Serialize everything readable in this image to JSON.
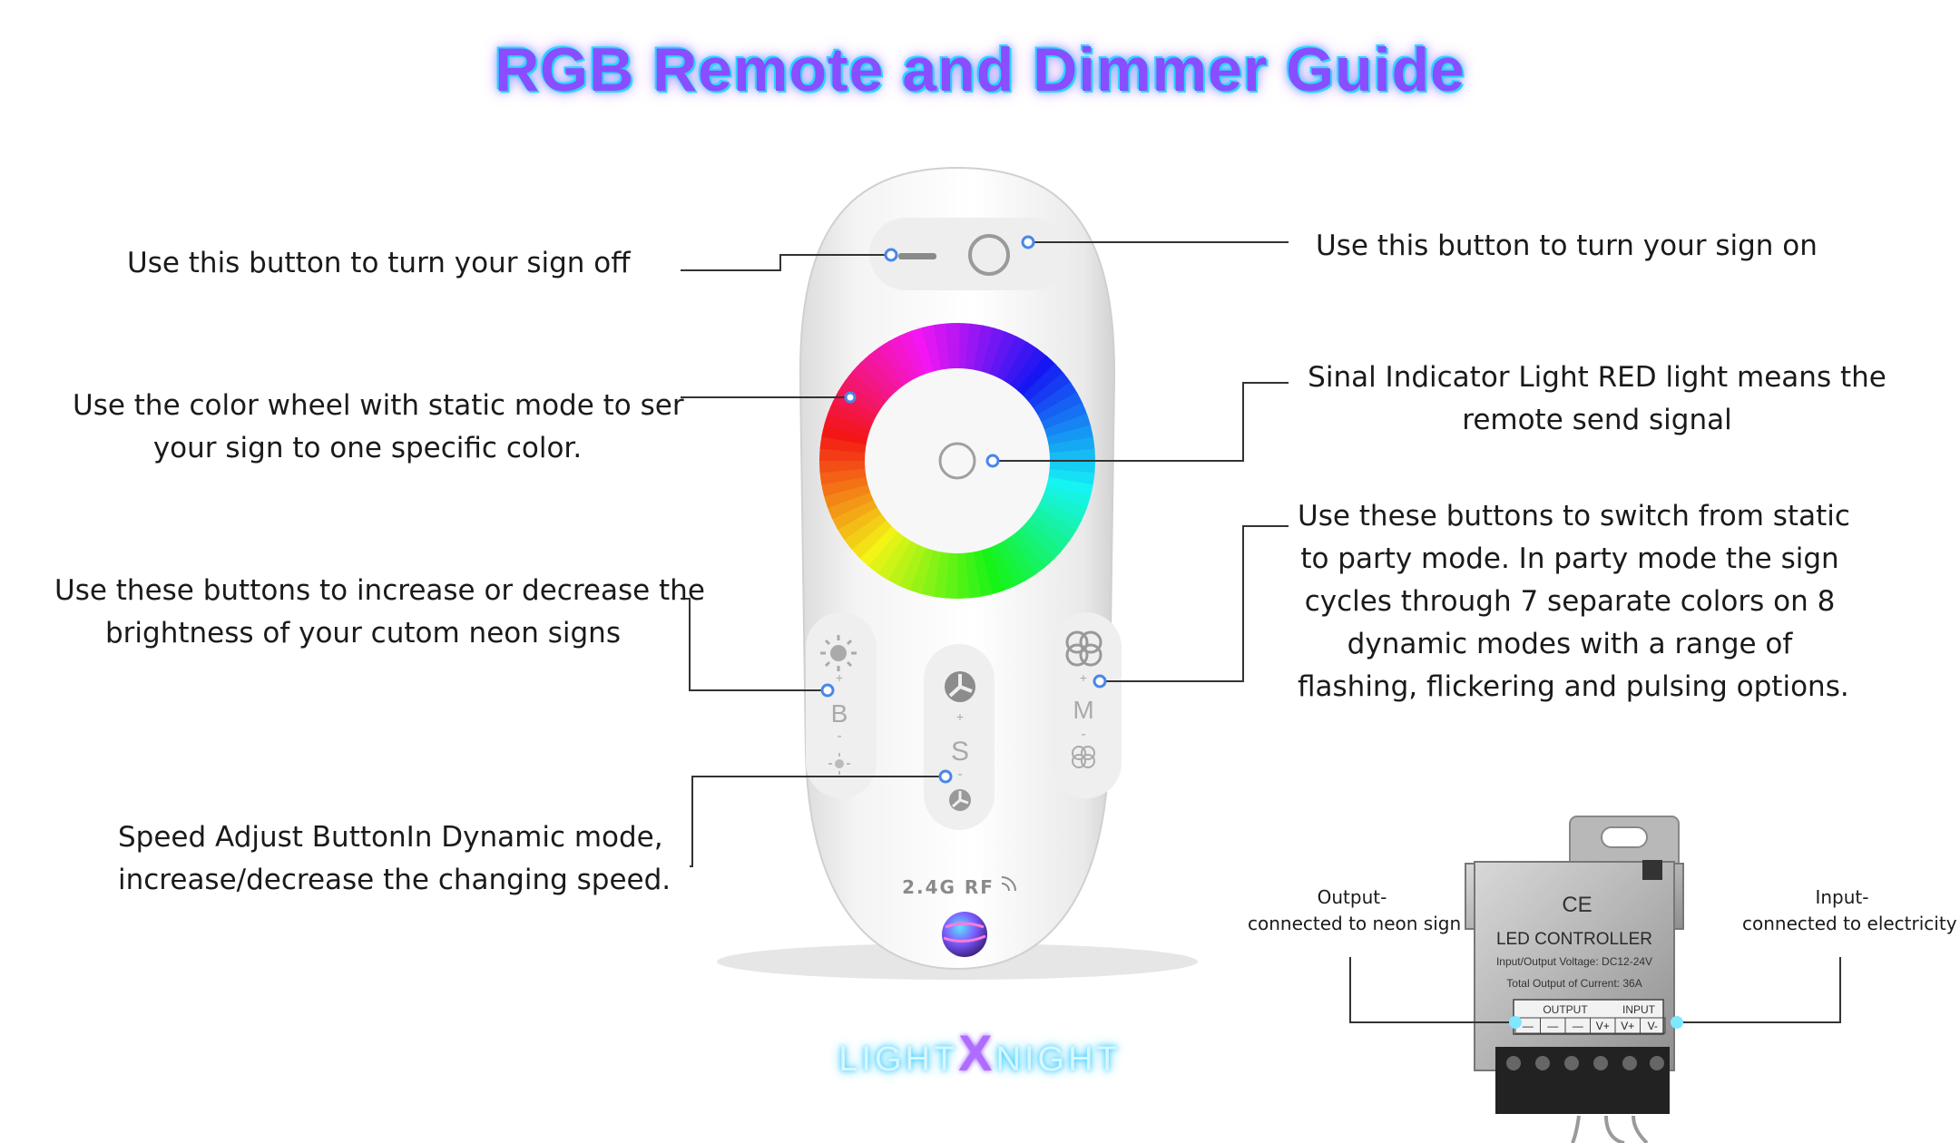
{
  "title": "RGB Remote and Dimmer Guide",
  "annotations": {
    "off": "Use this button to turn your sign off",
    "on": "Use this button to turn your sign on",
    "wheel": [
      "Use the color wheel with static mode to ser",
      "your sign to one specific color."
    ],
    "signal": [
      "Sinal Indicator Light RED light means the",
      "remote send signal"
    ],
    "brightness": [
      "Use these buttons to increase or decrease the",
      "brightness of your cutom neon signs"
    ],
    "mode": [
      "Use these buttons to switch from static",
      "to party mode. In party mode the sign",
      "cycles through 7 separate colors on 8",
      "dynamic modes with a range of",
      "flashing, flickering and pulsing options."
    ],
    "speed": [
      "Speed Adjust ButtonIn Dynamic mode,",
      "increase/decrease the changing speed."
    ]
  },
  "remote": {
    "brightness_label": "B",
    "speed_label": "S",
    "mode_label": "M",
    "rf_label": "2.4G RF",
    "plus": "+",
    "minus": "-"
  },
  "controller": {
    "title": "LED CONTROLLER",
    "voltage": "Input/Output Voltage: DC12-24V",
    "current": "Total Output of Current: 36A",
    "output_label": "OUTPUT",
    "input_label": "INPUT",
    "terminals": [
      "—",
      "—",
      "—",
      "V+",
      "V+",
      "V-"
    ],
    "output_note": [
      "Output-",
      "connected to neon sign"
    ],
    "input_note": [
      "Input-",
      "connected to electricity"
    ],
    "marks": "CE"
  },
  "logo": {
    "left": "LIGHT",
    "mid": "X",
    "right": "NIGHT"
  },
  "colors": {
    "accent": "#8a4dff",
    "glow": "#2bd5ff",
    "dot": "#4a86e8",
    "line": "#333333"
  }
}
